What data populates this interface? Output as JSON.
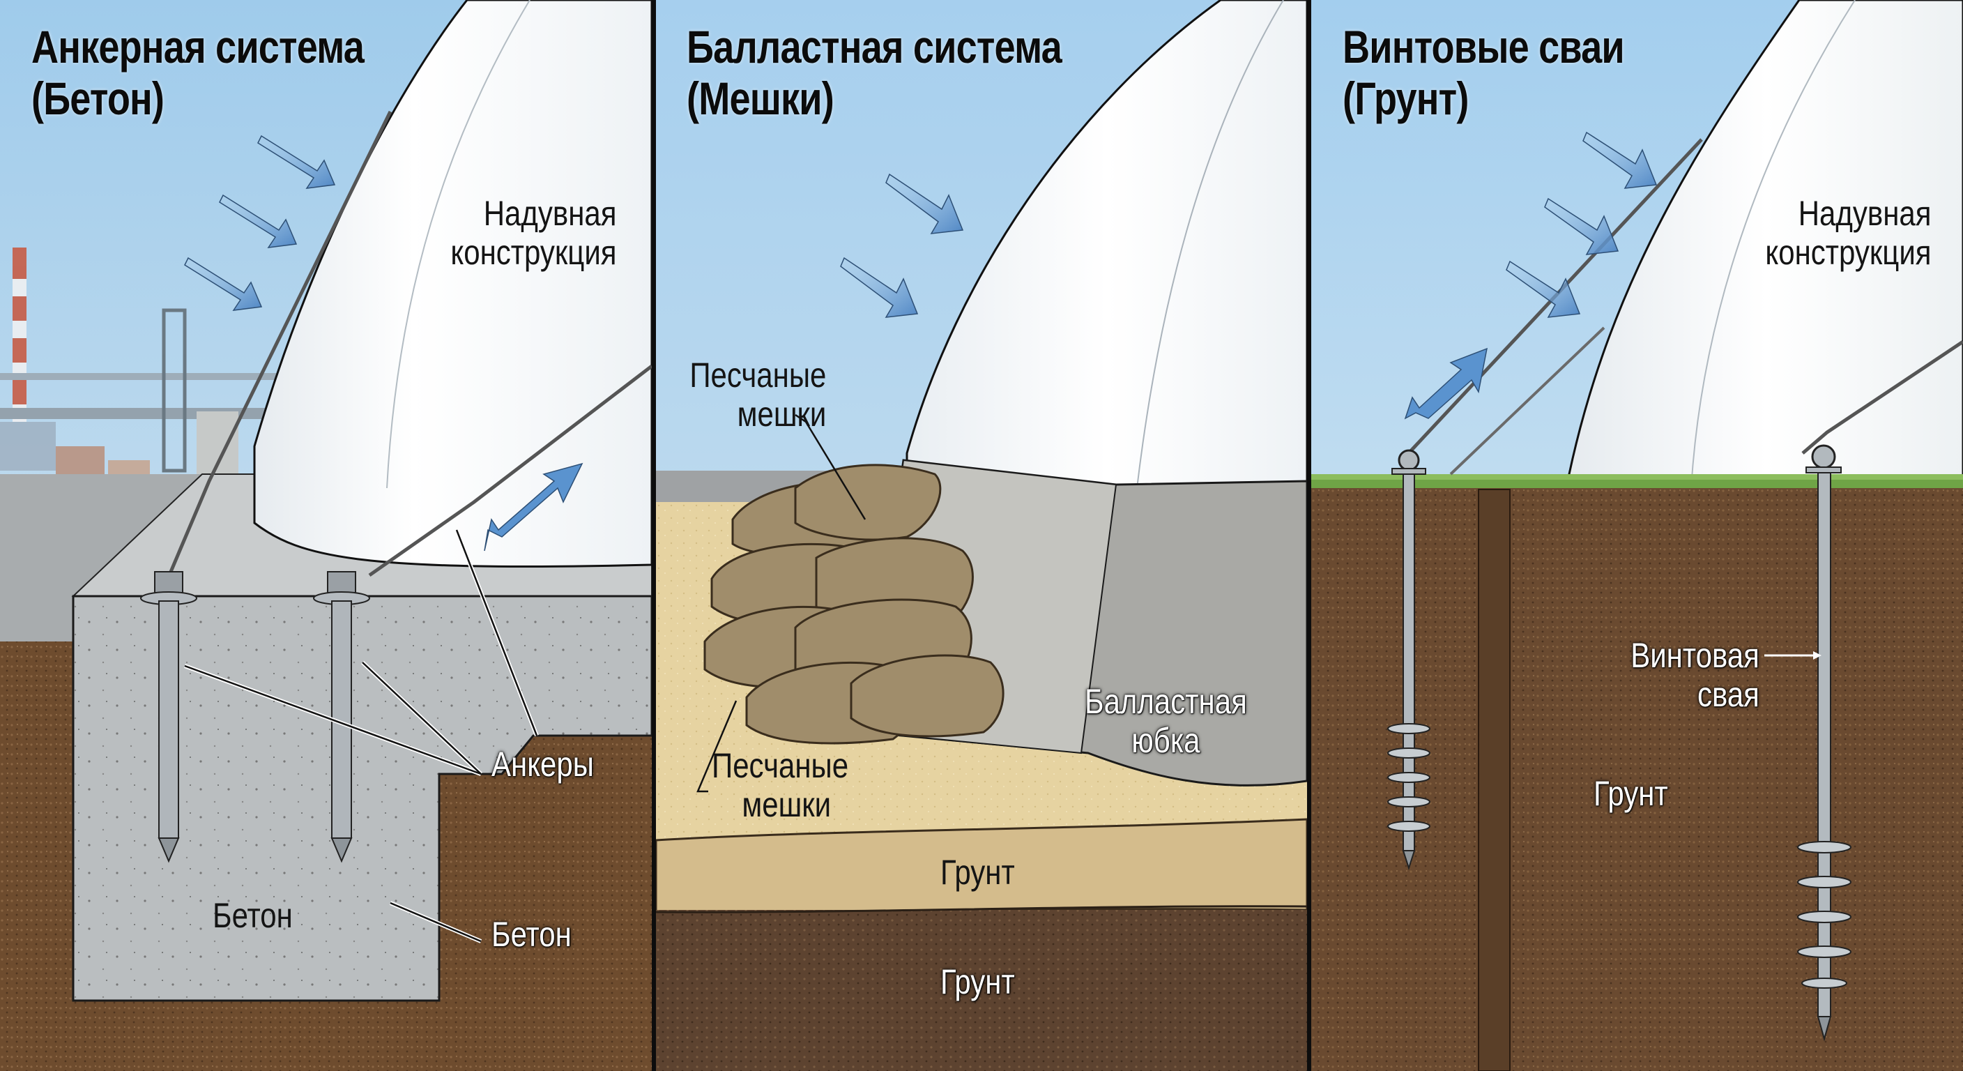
{
  "panels": [
    {
      "id": "anchor",
      "title_line1": "Анкерная система",
      "title_line2": "(Бетон)",
      "labels": {
        "structure_line1": "Надувная",
        "structure_line2": "конструкция",
        "anchors": "Анкеры",
        "concrete_inner": "Бетон",
        "concrete_outer": "Бетон"
      }
    },
    {
      "id": "ballast",
      "title_line1": "Балластная система",
      "title_line2": "(Мешки)",
      "labels": {
        "sandbags_top_line1": "Песчаные",
        "sandbags_top_line2": "мешки",
        "sandbags_bottom_line1": "Песчаные",
        "sandbags_bottom_line2": "мешки",
        "skirt_line1": "Балластная",
        "skirt_line2": "юбка",
        "soil_upper": "Грунт",
        "soil_lower": "Грунт"
      }
    },
    {
      "id": "screw-piles",
      "title_line1": "Винтовые сваи",
      "title_line2": "(Грунт)",
      "labels": {
        "structure_line1": "Надувная",
        "structure_line2": "конструкция",
        "pile_line1": "Винтовая",
        "pile_line2": "свая",
        "soil": "Грунт"
      }
    }
  ],
  "colors": {
    "sky_top": "#a9d1ee",
    "sky_bottom": "#d6e8f3",
    "wind_arrow": "#5b8fc9",
    "membrane": "#f7f9fb",
    "concrete": "#b9bdbf",
    "soil": "#6b4a2e",
    "sand": "#e3cf9b",
    "grass": "#6fa446",
    "sandbag": "#9c8a6a",
    "skirt": "#a7a7a3",
    "steel": "#aeb5bb"
  }
}
